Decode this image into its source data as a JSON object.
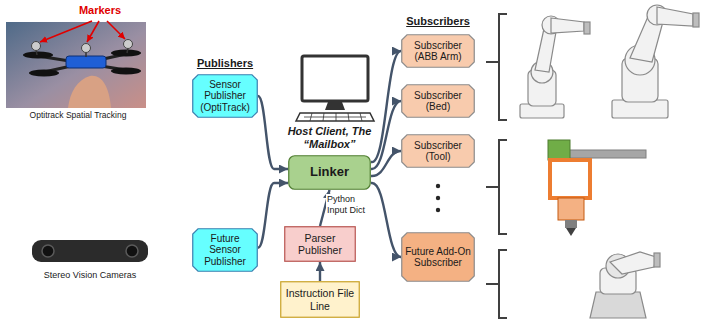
{
  "diagram": {
    "nodes": [
      {
        "text": [
          "Sensor Publisher (OptiTrack)"
        ]
      },
      {
        "text": [
          "Host Client, The “Mailbox”",
          "Linker"
        ]
      },
      {
        "text": [
          "Future Sensor Publisher"
        ]
      },
      {
        "text": [
          "Parser Publisher"
        ]
      },
      {
        "text": [
          "Instruction File Line"
        ]
      },
      {
        "text": [
          "Subscriber (ABB Arm)"
        ]
      },
      {
        "text": [
          "Subscriber (Bed)"
        ]
      },
      {
        "text": [
          "Subscriber (Tool)"
        ]
      },
      {
        "text": [
          "Future Add-On Subscriber"
        ]
      }
    ],
    "edges": [
      {
        "from": 0,
        "to": 1,
        "arrow": "to"
      },
      {
        "from": 2,
        "to": 1,
        "arrow": "to"
      },
      {
        "from": 3,
        "to": 1,
        "label": "Python Input Dict",
        "arrow": "to"
      },
      {
        "from": 4,
        "to": 3,
        "arrow": "to"
      },
      {
        "from": 1,
        "to": 5,
        "arrow": "to"
      },
      {
        "from": 1,
        "to": 6,
        "arrow": "to"
      },
      {
        "from": 1,
        "to": 7,
        "arrow": "to"
      },
      {
        "from": 1,
        "to": 8,
        "arrow": "to"
      }
    ],
    "labels": [
      "Markers",
      "Optitrack Spatial Tracking",
      "Publishers",
      "Subscribers",
      "Stereo Vision Cameras"
    ]
  }
}
